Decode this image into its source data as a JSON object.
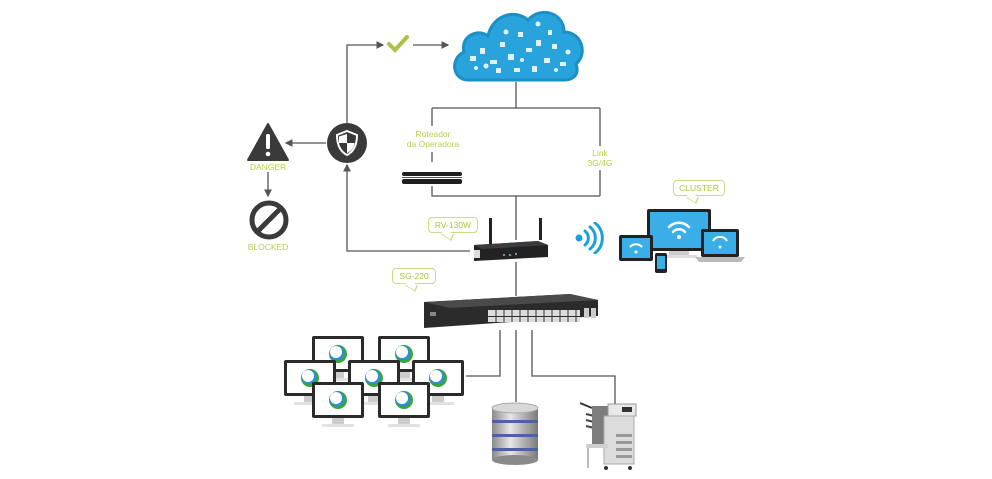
{
  "diagram": {
    "nodes": {
      "cloud": {
        "label": "Internet cloud"
      },
      "firewall": {
        "label": "Firewall shield"
      },
      "check": {
        "label": "Allowed"
      },
      "danger": {
        "label": "DANGER"
      },
      "blocked": {
        "label": "BLOCKED"
      },
      "isp_router": {
        "label_line1": "Roteador",
        "label_line2": "da Operadora"
      },
      "link_3g4g": {
        "label_line1": "Link",
        "label_line2": "3G/4G"
      },
      "router": {
        "label": "RV-130W"
      },
      "switch": {
        "label": "SG-220"
      },
      "cluster": {
        "label": "CLUSTER"
      },
      "workstations": {
        "count": 7
      },
      "database": {
        "label": "Database server"
      },
      "printer": {
        "label": "Multifunction printer"
      }
    },
    "colors": {
      "accent_green": "#a9c443",
      "cloud_blue": "#29a3dc",
      "line_gray": "#555555",
      "icon_dark": "#3a3a3a"
    }
  }
}
